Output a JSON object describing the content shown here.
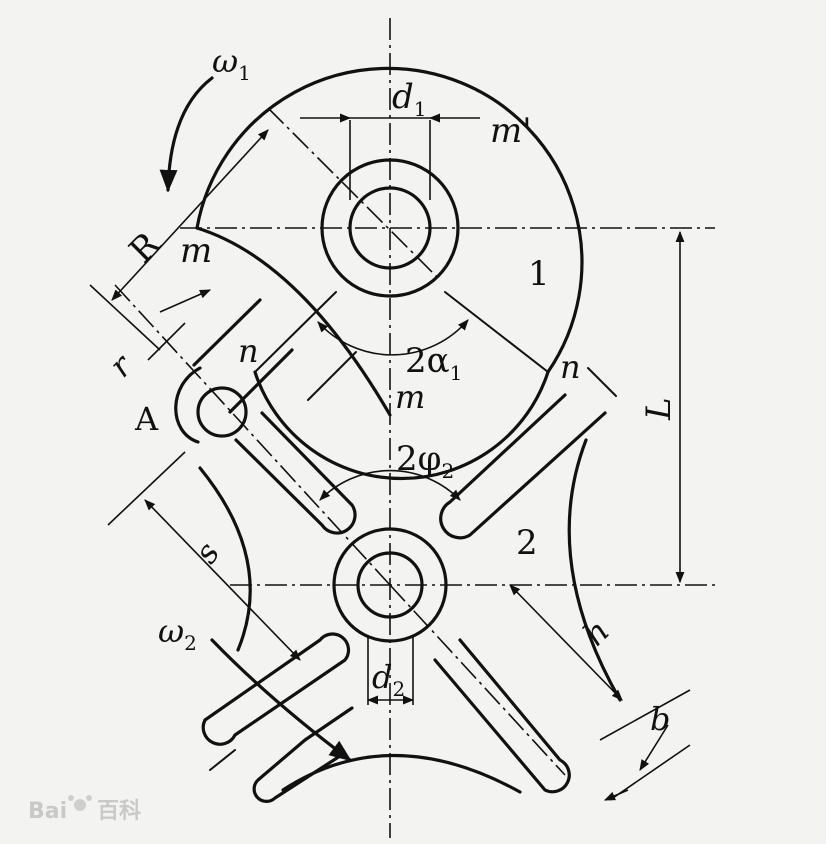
{
  "labels": {
    "omega1": "ω",
    "omega1_sub": "1",
    "d1": "d",
    "d1_sub": "1",
    "m_prime": "m'",
    "R": "R",
    "m_top": "m",
    "wheel1": "1",
    "r": "r",
    "n_left": "n",
    "alpha": "2α",
    "alpha_sub": "1",
    "n_right": "n",
    "A": "A",
    "m_bottom": "m",
    "L": "L",
    "phi": "2φ",
    "phi_sub": "2",
    "s": "s",
    "wheel2": "2",
    "omega2": "ω",
    "omega2_sub": "2",
    "h": "h",
    "d2": "d",
    "d2_sub": "2",
    "b": "b"
  },
  "watermark": {
    "bai": "Bai",
    "du": "百科"
  }
}
